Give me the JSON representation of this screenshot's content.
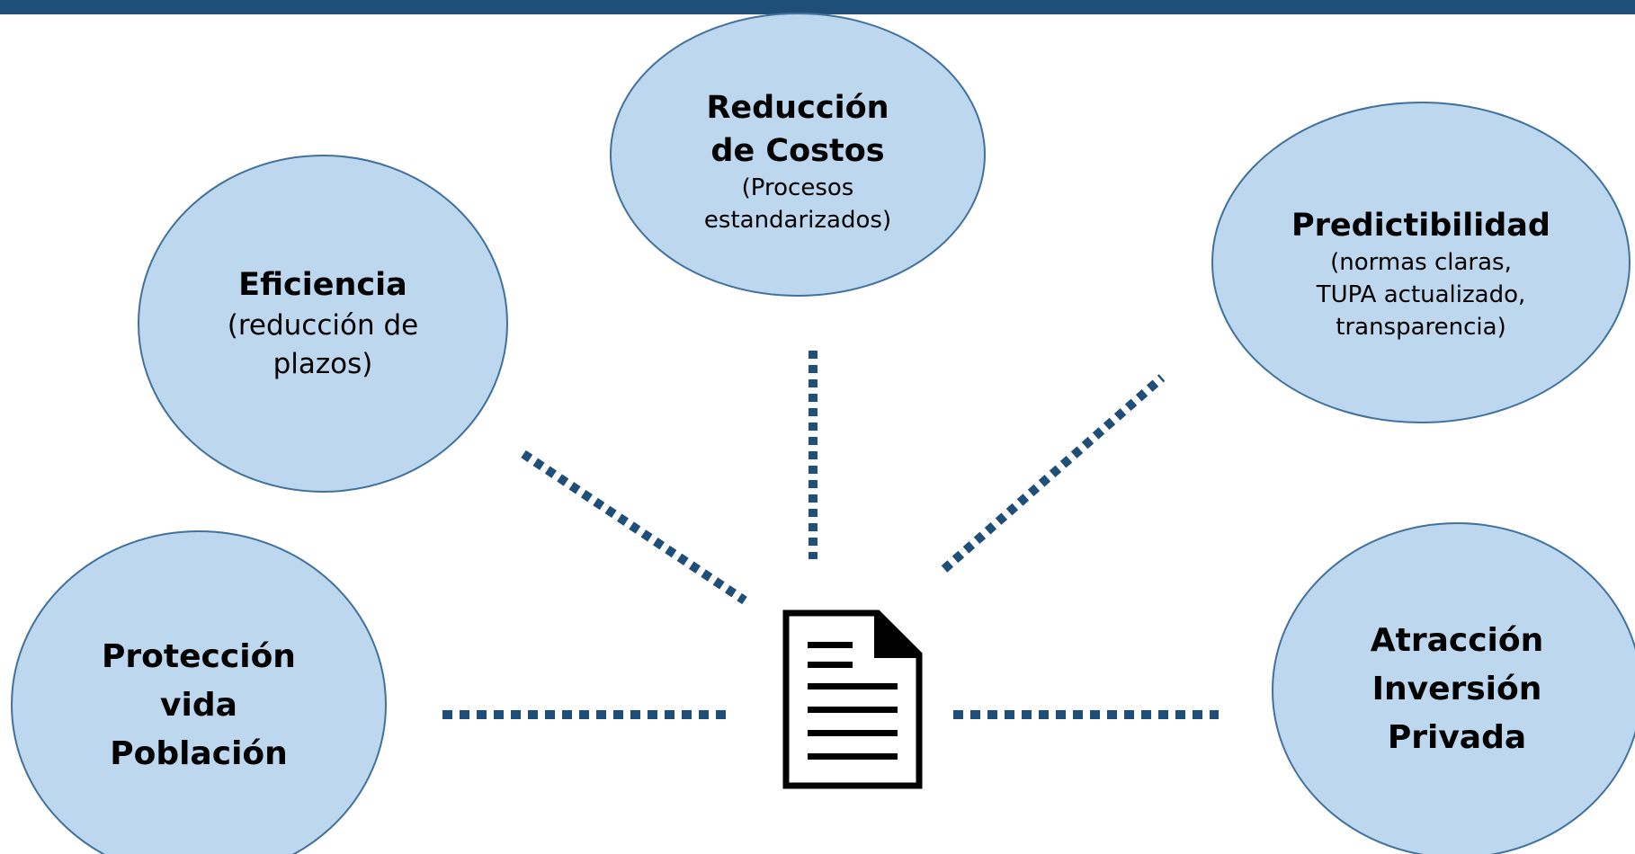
{
  "header": {
    "bar_color": "#1f4e79"
  },
  "diagram": {
    "center": {
      "icon": "document-icon"
    },
    "nodes": {
      "reduccion": {
        "title": "Reducción\nde Costos",
        "subtitle": "(Procesos\nestandarizados)"
      },
      "eficiencia": {
        "title": "Eficiencia",
        "subtitle": "(reducción de\nplazos)"
      },
      "predictibilidad": {
        "title": "Predictibilidad",
        "subtitle": "(normas claras,\nTUPA actualizado,\ntransparencia)"
      },
      "proteccion": {
        "title": "Protección\nvida\nPoblación"
      },
      "atraccion": {
        "title": "Atracción\nInversión\nPrivada"
      }
    },
    "colors": {
      "ellipse_fill": "#bdd7ee",
      "ellipse_stroke": "#41719c",
      "connector": "#1f4e79"
    }
  }
}
